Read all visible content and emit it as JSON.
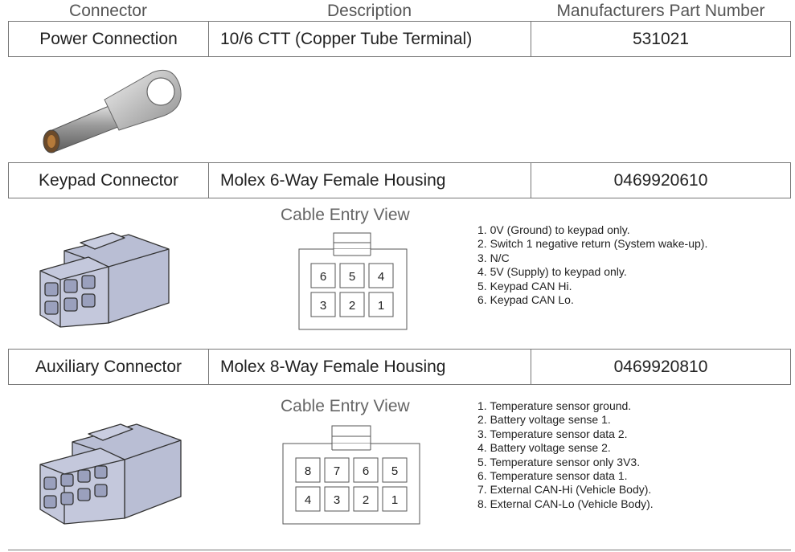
{
  "headers": {
    "connector": "Connector",
    "description": "Description",
    "part_number": "Manufacturers Part Number"
  },
  "rows": [
    {
      "connector": "Power Connection",
      "description": "10/6 CTT (Copper Tube Terminal)",
      "part_number": "531021"
    },
    {
      "connector": "Keypad Connector",
      "description": "Molex 6-Way Female Housing",
      "part_number": "0469920610",
      "cable_entry_view": "Cable Entry View",
      "pin_top": [
        "6",
        "5",
        "4"
      ],
      "pin_bottom": [
        "3",
        "2",
        "1"
      ],
      "pins": [
        "1. 0V (Ground) to keypad only.",
        "2. Switch 1 negative return (System wake-up).",
        "3. N/C",
        "4. 5V (Supply) to keypad only.",
        "5. Keypad CAN Hi.",
        "6. Keypad CAN Lo."
      ]
    },
    {
      "connector": "Auxiliary Connector",
      "description": "Molex 8-Way Female Housing",
      "part_number": "0469920810",
      "cable_entry_view": "Cable Entry View",
      "pin_top": [
        "8",
        "7",
        "6",
        "5"
      ],
      "pin_bottom": [
        "4",
        "3",
        "2",
        "1"
      ],
      "pins": [
        "1. Temperature sensor ground.",
        "2. Battery voltage sense 1.",
        "3. Temperature sensor data 2.",
        "4. Battery voltage sense 2.",
        "5. Temperature sensor only 3V3.",
        "6. Temperature sensor data 1.",
        "7. External CAN-Hi (Vehicle Body).",
        "8. External CAN-Lo (Vehicle Body)."
      ]
    }
  ]
}
